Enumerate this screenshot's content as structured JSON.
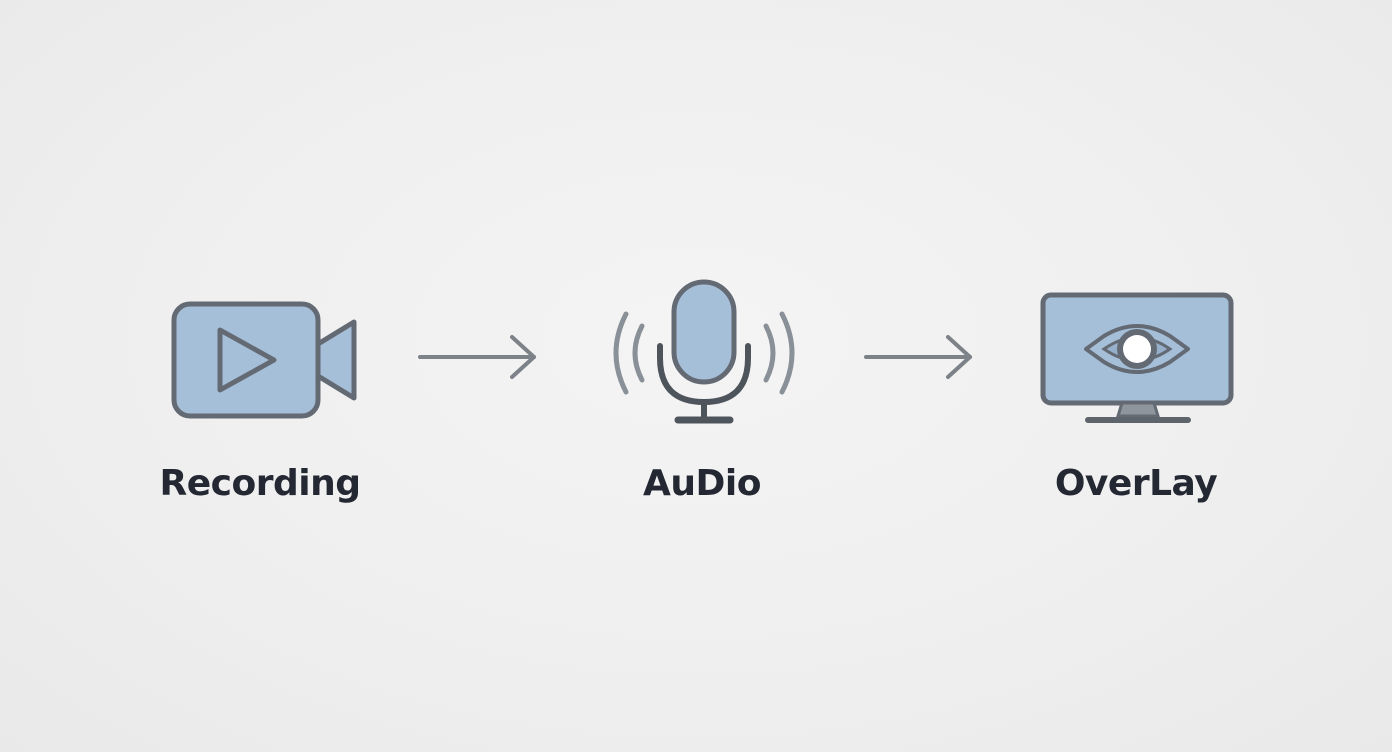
{
  "steps": [
    {
      "label": "Recording",
      "icon": "video-camera-icon"
    },
    {
      "label": "AuDio",
      "icon": "microphone-icon"
    },
    {
      "label": "OverLay",
      "icon": "monitor-eye-icon"
    }
  ],
  "connectors": [
    "arrow-right-icon",
    "arrow-right-icon"
  ],
  "colors": {
    "background": "#efefef",
    "icon_fill": "#a6bfd9",
    "icon_stroke": "#636a73",
    "arrow": "#7d8288",
    "label": "#232833"
  }
}
